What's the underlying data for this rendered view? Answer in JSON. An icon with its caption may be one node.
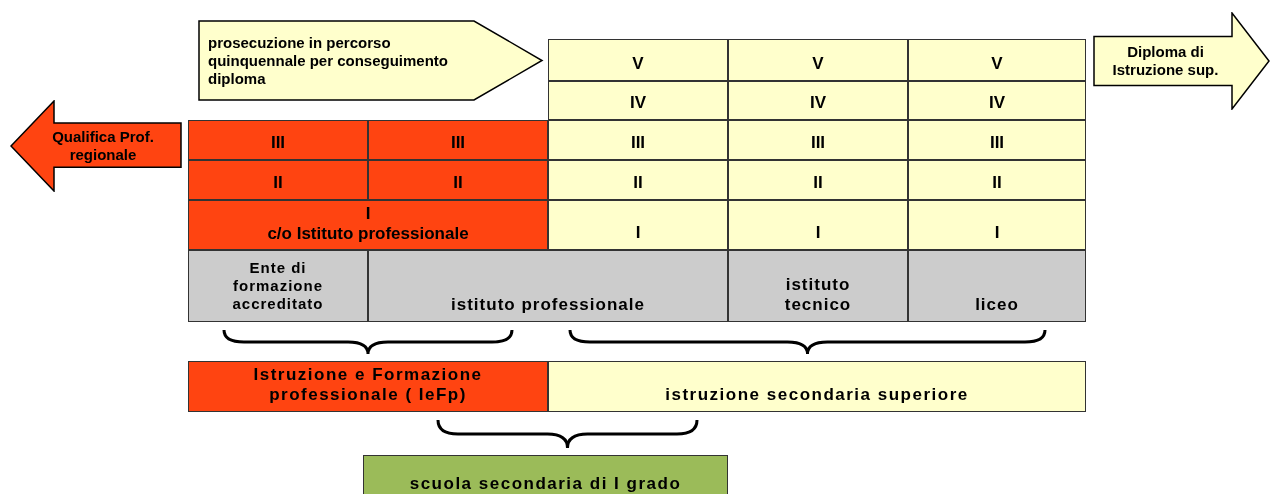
{
  "diagram": {
    "nodes": [
      {
        "text": [
          "prosecuzione in percorso quinquennale per conseguimento diploma"
        ]
      },
      {
        "text": [
          "Diploma di Istruzione sup."
        ]
      },
      {
        "text": [
          "V"
        ]
      },
      {
        "text": [
          "V"
        ]
      },
      {
        "text": [
          "V"
        ]
      },
      {
        "text": [
          "IV"
        ]
      },
      {
        "text": [
          "IV"
        ]
      },
      {
        "text": [
          "IV"
        ]
      },
      {
        "text": [
          "Qualifica Prof. regionale"
        ]
      },
      {
        "text": [
          "III"
        ]
      },
      {
        "text": [
          "III"
        ]
      },
      {
        "text": [
          "III"
        ]
      },
      {
        "text": [
          "III"
        ]
      },
      {
        "text": [
          "III"
        ]
      },
      {
        "text": [
          "II"
        ]
      },
      {
        "text": [
          "II"
        ]
      },
      {
        "text": [
          "II"
        ]
      },
      {
        "text": [
          "II"
        ]
      },
      {
        "text": [
          "II"
        ]
      },
      {
        "text": [
          "I",
          "c/o Istituto professionale"
        ]
      },
      {
        "text": [
          "I"
        ]
      },
      {
        "text": [
          "I"
        ]
      },
      {
        "text": [
          "I"
        ]
      },
      {
        "text": [
          "Ente di formazione accreditato"
        ]
      },
      {
        "text": [
          "istituto professionale"
        ]
      },
      {
        "text": [
          "istituto tecnico"
        ]
      },
      {
        "text": [
          "liceo"
        ]
      },
      {
        "text": [
          "Istruzione e Formazione professionale ( IeFp)"
        ]
      },
      {
        "text": [
          "istruzione secondaria superiore"
        ]
      },
      {
        "text": [
          "scuola secondaria di I grado"
        ]
      }
    ]
  }
}
